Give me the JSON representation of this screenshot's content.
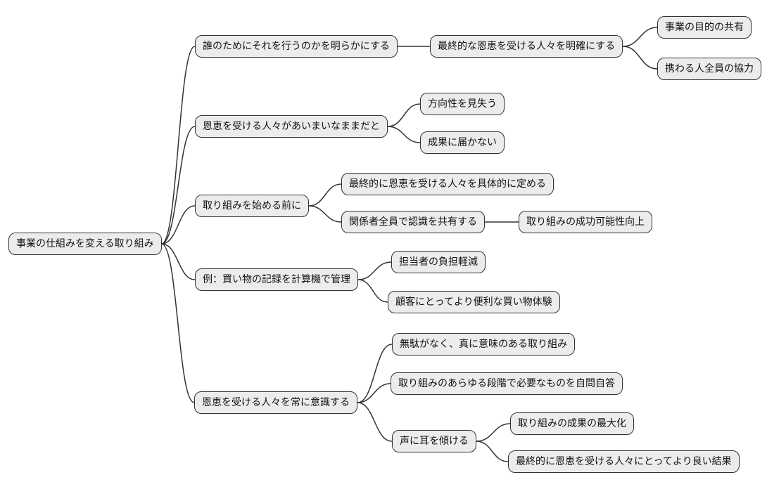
{
  "colors": {
    "background": "#ffffff",
    "node_fill": "#ececec",
    "node_border": "#333333",
    "connector": "#333333",
    "text": "#111111"
  },
  "mindmap": {
    "root": {
      "id": "root",
      "label": "事業の仕組みを変える取り組み"
    },
    "branches": [
      {
        "id": "b1",
        "label": "誰のためにそれを行うのかを明らかにする",
        "children": [
          {
            "id": "b1c1",
            "label": "最終的な恩恵を受ける人々を明確にする",
            "children": [
              {
                "id": "b1c1a",
                "label": "事業の目的の共有"
              },
              {
                "id": "b1c1b",
                "label": "携わる人全員の協力"
              }
            ]
          }
        ]
      },
      {
        "id": "b2",
        "label": "恩恵を受ける人々があいまいなままだと",
        "children": [
          {
            "id": "b2c1",
            "label": "方向性を見失う"
          },
          {
            "id": "b2c2",
            "label": "成果に届かない"
          }
        ]
      },
      {
        "id": "b3",
        "label": "取り組みを始める前に",
        "children": [
          {
            "id": "b3c1",
            "label": "最終的に恩恵を受ける人々を具体的に定める"
          },
          {
            "id": "b3c2",
            "label": "関係者全員で認識を共有する",
            "children": [
              {
                "id": "b3c2a",
                "label": "取り組みの成功可能性向上"
              }
            ]
          }
        ]
      },
      {
        "id": "b4",
        "label": "例：買い物の記録を計算機で管理",
        "children": [
          {
            "id": "b4c1",
            "label": "担当者の負担軽減"
          },
          {
            "id": "b4c2",
            "label": "顧客にとってより便利な買い物体験"
          }
        ]
      },
      {
        "id": "b5",
        "label": "恩恵を受ける人々を常に意識する",
        "children": [
          {
            "id": "b5c1",
            "label": "無駄がなく、真に意味のある取り組み"
          },
          {
            "id": "b5c2",
            "label": "取り組みのあらゆる段階で必要なものを自問自答"
          },
          {
            "id": "b5c3",
            "label": "声に耳を傾ける",
            "children": [
              {
                "id": "b5c3a",
                "label": "取り組みの成果の最大化"
              },
              {
                "id": "b5c3b",
                "label": "最終的に恩恵を受ける人々にとってより良い結果"
              }
            ]
          }
        ]
      }
    ],
    "edges": [
      [
        "root",
        "b1"
      ],
      [
        "root",
        "b2"
      ],
      [
        "root",
        "b3"
      ],
      [
        "root",
        "b4"
      ],
      [
        "root",
        "b5"
      ],
      [
        "b1",
        "b1c1"
      ],
      [
        "b1c1",
        "b1c1a"
      ],
      [
        "b1c1",
        "b1c1b"
      ],
      [
        "b2",
        "b2c1"
      ],
      [
        "b2",
        "b2c2"
      ],
      [
        "b3",
        "b3c1"
      ],
      [
        "b3",
        "b3c2"
      ],
      [
        "b3c2",
        "b3c2a"
      ],
      [
        "b4",
        "b4c1"
      ],
      [
        "b4",
        "b4c2"
      ],
      [
        "b5",
        "b5c1"
      ],
      [
        "b5",
        "b5c2"
      ],
      [
        "b5",
        "b5c3"
      ],
      [
        "b5c3",
        "b5c3a"
      ],
      [
        "b5c3",
        "b5c3b"
      ]
    ]
  }
}
